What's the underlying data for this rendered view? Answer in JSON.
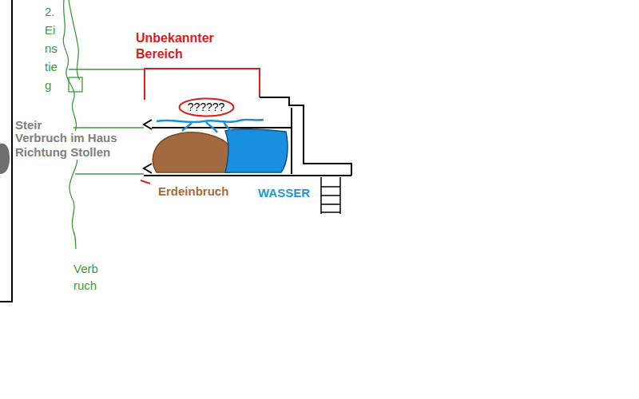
{
  "diagram": {
    "nodes": [
      {
        "text": [
          "??????"
        ]
      }
    ],
    "labels": [
      "2. Ei ns tie g",
      "Unbekannter Bereich",
      "Steir",
      "Verbruch im Haus Richtung Stollen",
      "Erdeinbruch",
      "WASSER",
      "Verb ruch"
    ]
  }
}
